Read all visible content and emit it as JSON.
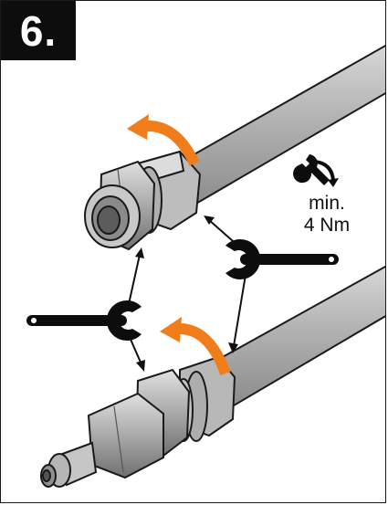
{
  "step": {
    "number": "6."
  },
  "torque": {
    "line1": "min.",
    "line2": "4 Nm"
  },
  "colors": {
    "accent_orange": "#f07d1a",
    "hose_grey": "#a8a8a8",
    "metal_grey": "#9a9a9a",
    "outline": "#1a1a1a",
    "badge_bg": "#0d0d0d"
  },
  "icons": [
    "torque-wrench-icon",
    "wrench-icon",
    "rotate-arrow-icon"
  ]
}
